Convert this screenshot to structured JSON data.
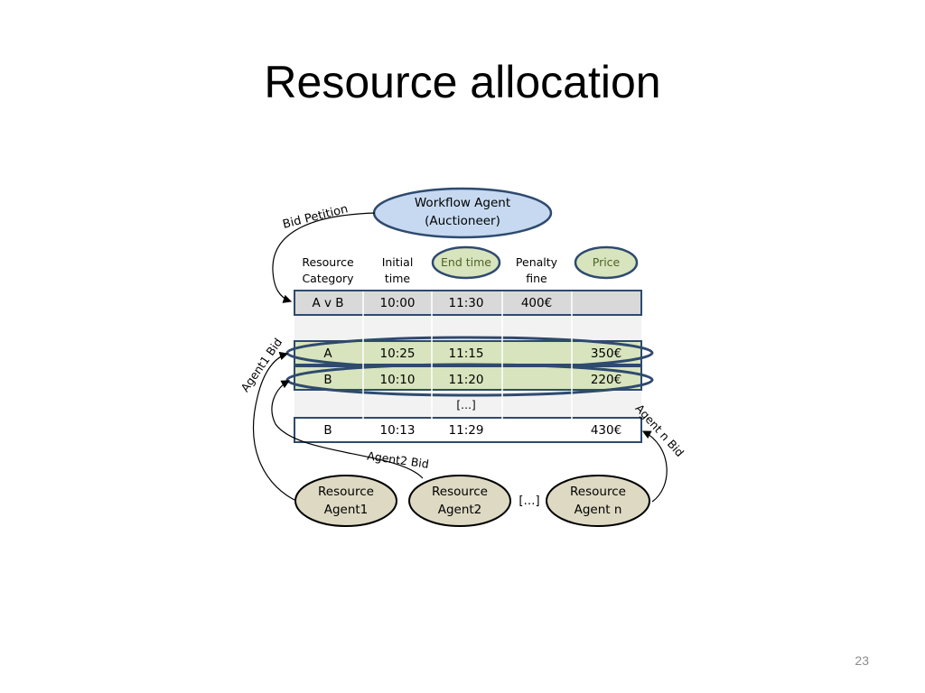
{
  "slide": {
    "title": "Resource allocation",
    "page_number": "23"
  },
  "diagram": {
    "auctioneer": {
      "line1": "Workflow Agent",
      "line2": "(Auctioneer)"
    },
    "bid_petition_label": "Bid Petition",
    "columns": [
      {
        "line1": "Resource",
        "line2": "Category",
        "highlighted": false
      },
      {
        "line1": "Initial",
        "line2": "time",
        "highlighted": false
      },
      {
        "line1": "End time",
        "line2": "",
        "highlighted": true
      },
      {
        "line1": "Penalty",
        "line2": "fine",
        "highlighted": false
      },
      {
        "line1": "Price",
        "line2": "",
        "highlighted": true
      }
    ],
    "petition_row": [
      "A v B",
      "10:00",
      "11:30",
      "400€",
      ""
    ],
    "bid_rows": [
      {
        "cells": [
          "A",
          "10:25",
          "11:15",
          "",
          "350€"
        ],
        "selected": true
      },
      {
        "cells": [
          "B",
          "10:10",
          "11:20",
          "",
          "220€"
        ],
        "selected": true
      },
      {
        "cells": [
          "B",
          "10:13",
          "11:29",
          "",
          "430€"
        ],
        "selected": false
      }
    ],
    "ellipsis_row": "[…]",
    "agents": [
      {
        "line1": "Resource",
        "line2": "Agent1"
      },
      {
        "line1": "Resource",
        "line2": "Agent2"
      },
      {
        "line1": "Resource",
        "line2": "Agent n"
      }
    ],
    "agents_ellipsis": "[…]",
    "bid_labels": {
      "agent1": "Agent1 Bid",
      "agent2": "Agent2 Bid",
      "agent_n": "Agent n Bid"
    },
    "colors": {
      "auctioneer_fill": "#c6d9f1",
      "outline": "#2e4a6e",
      "highlight_fill": "#d7e4bd",
      "agent_fill": "#ddd9c3",
      "petition_row_fill": "#d9d9d9",
      "table_band_fill": "#f2f2f2",
      "highlight_text": "#4f6228"
    }
  }
}
